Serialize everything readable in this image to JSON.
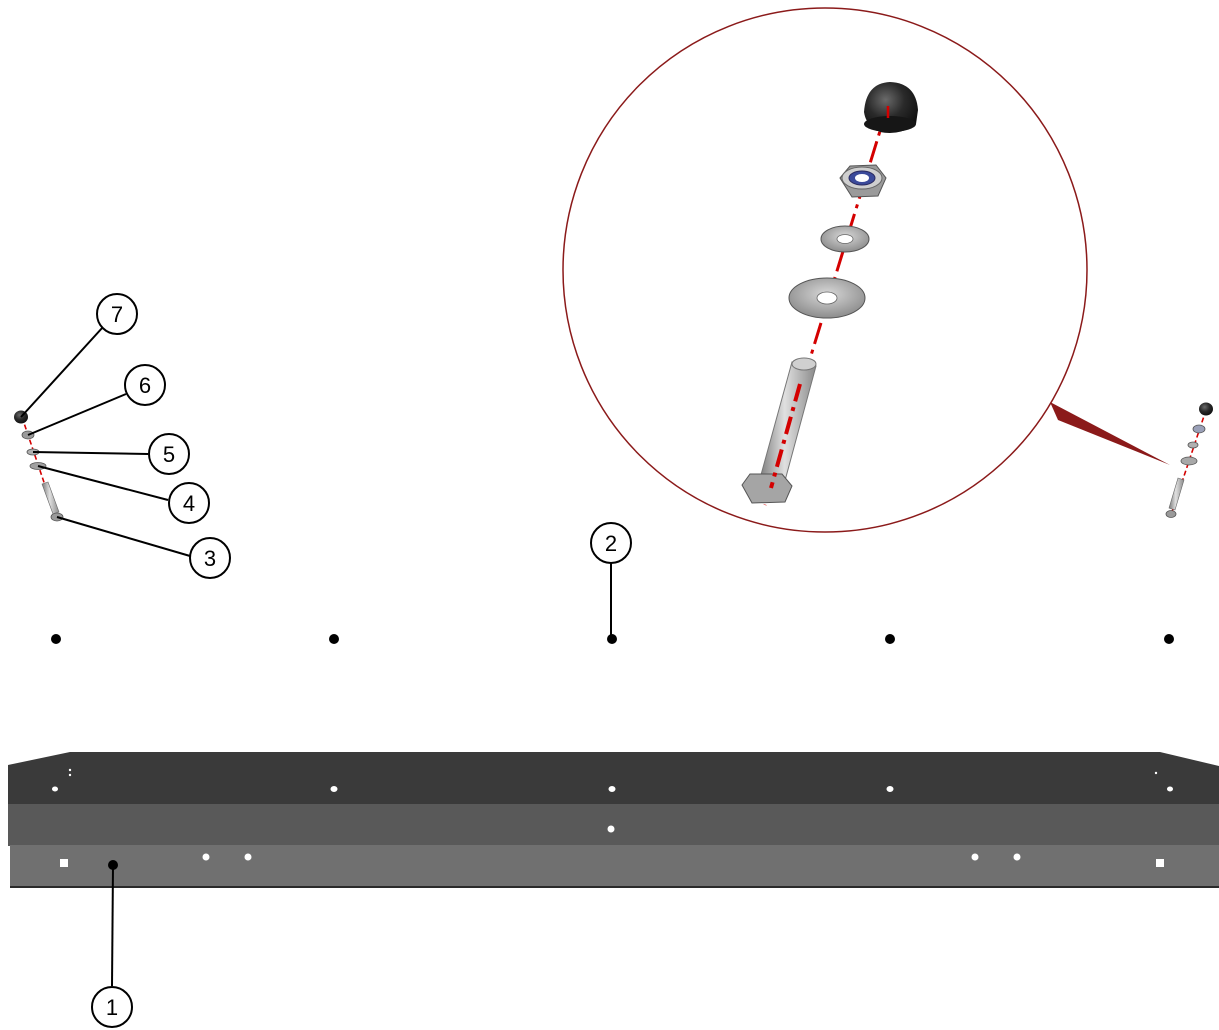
{
  "callouts": [
    {
      "id": "1",
      "label": "1"
    },
    {
      "id": "2",
      "label": "2"
    },
    {
      "id": "3",
      "label": "3"
    },
    {
      "id": "4",
      "label": "4"
    },
    {
      "id": "5",
      "label": "5"
    },
    {
      "id": "6",
      "label": "6"
    },
    {
      "id": "7",
      "label": "7"
    }
  ],
  "colors": {
    "background": "#ffffff",
    "leader_line": "#000000",
    "center_line": "#d40000",
    "detail_circle": "#8b1a1a",
    "bar_top": "#3a3a3a",
    "bar_middle": "#595959",
    "bar_bottom": "#707070",
    "cap_nut": "#1e1e1e",
    "hardware": "#a8a8a8"
  }
}
